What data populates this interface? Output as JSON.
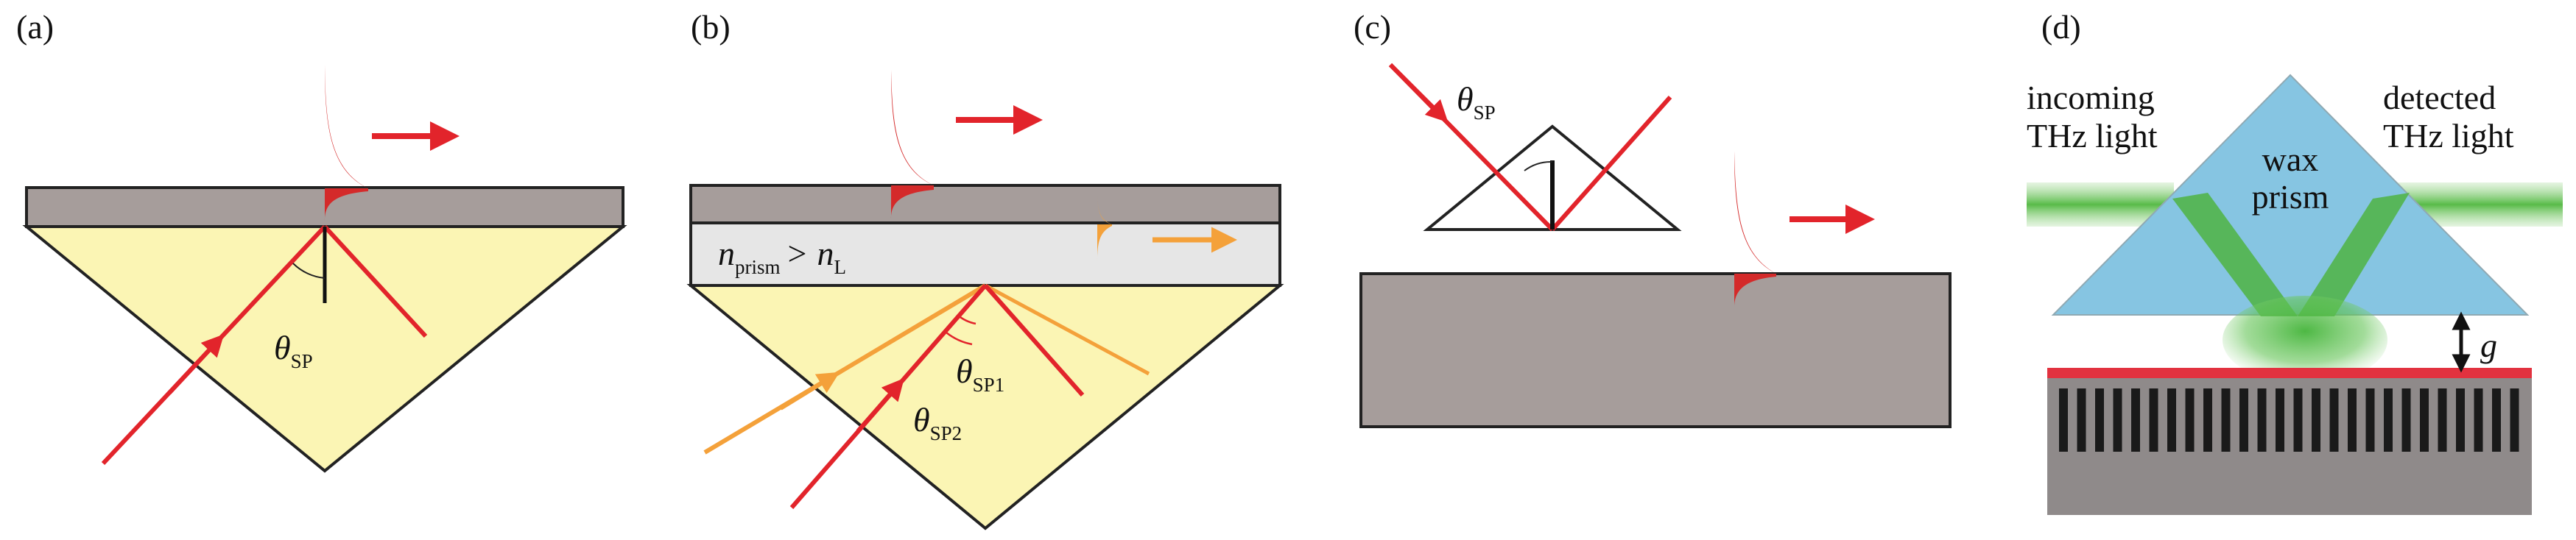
{
  "colors": {
    "prism_yellow": "#fbf5b4",
    "metal_grey": "#a69d9b",
    "layer_light": "#e6e6e6",
    "beam_red": "#e2242b",
    "beam_orange": "#f4a13a",
    "wax_blue": "#86c5e2",
    "thz_green": "#5fbf4e",
    "outline": "#222222"
  },
  "panels": {
    "a": {
      "tag": "(a)",
      "theta_symbol": "θ",
      "theta_sub": "SP"
    },
    "b": {
      "tag": "(b)",
      "n_prism_symbol": "n",
      "n_prism_sub": "prism",
      "gt": ">",
      "n_l_symbol": "n",
      "n_l_sub": "L",
      "theta1_symbol": "θ",
      "theta1_sub": "SP1",
      "theta2_symbol": "θ",
      "theta2_sub": "SP2"
    },
    "c": {
      "tag": "(c)",
      "theta_symbol": "θ",
      "theta_sub": "SP"
    },
    "d": {
      "tag": "(d)",
      "incoming_line1": "incoming",
      "incoming_line2": "THz light",
      "detected_line1": "detected",
      "detected_line2": "THz light",
      "prism_line1": "wax",
      "prism_line2": "prism",
      "gap_symbol": "g"
    }
  }
}
